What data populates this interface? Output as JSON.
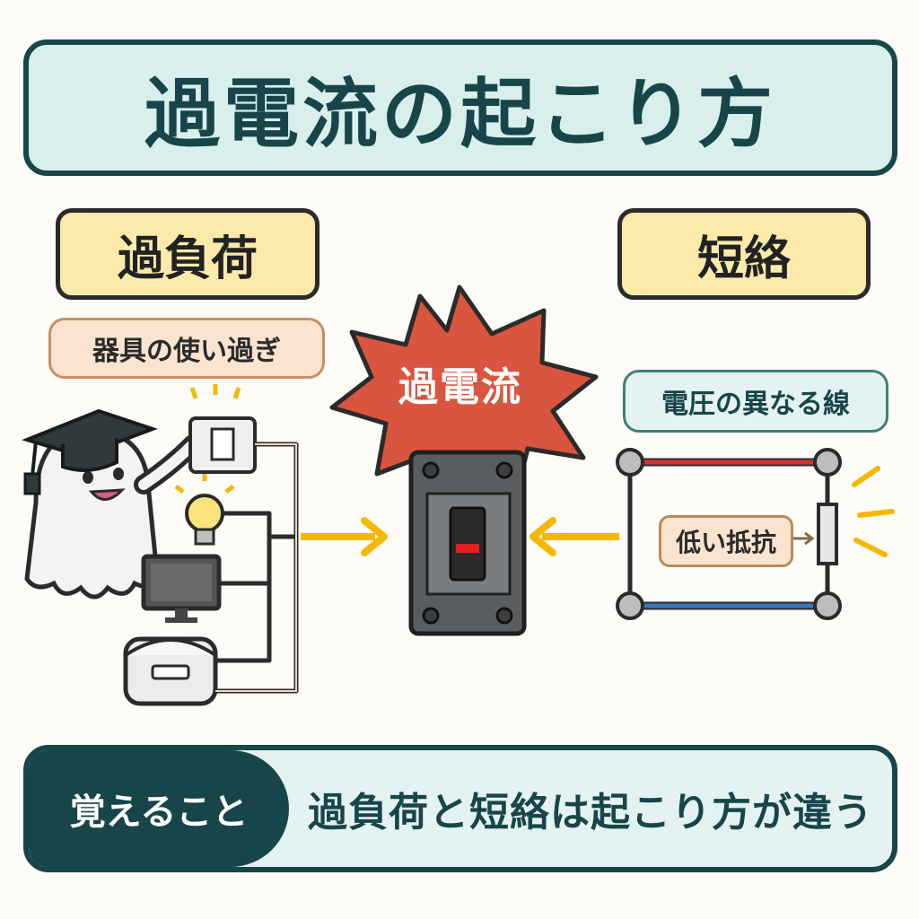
{
  "title": "過電流の起こり方",
  "left": {
    "heading": "過負荷",
    "subheading": "器具の使い過ぎ"
  },
  "center": {
    "burst_label": "過電流"
  },
  "right": {
    "heading": "短絡",
    "subheading": "電圧の異なる線",
    "resistance_label": "低い抵抗"
  },
  "bottom": {
    "tag": "覚えること",
    "message": "過負荷と短絡は起こり方が違う"
  },
  "colors": {
    "title_bg": "#d9efec",
    "dark_teal": "#17454a",
    "label_yellow": "#fbeaaa",
    "burst_red": "#d9553f",
    "arrow_yellow": "#f5b800",
    "wire_red": "#d93030",
    "wire_blue": "#3a78c4",
    "breaker_red": "#e02020"
  }
}
